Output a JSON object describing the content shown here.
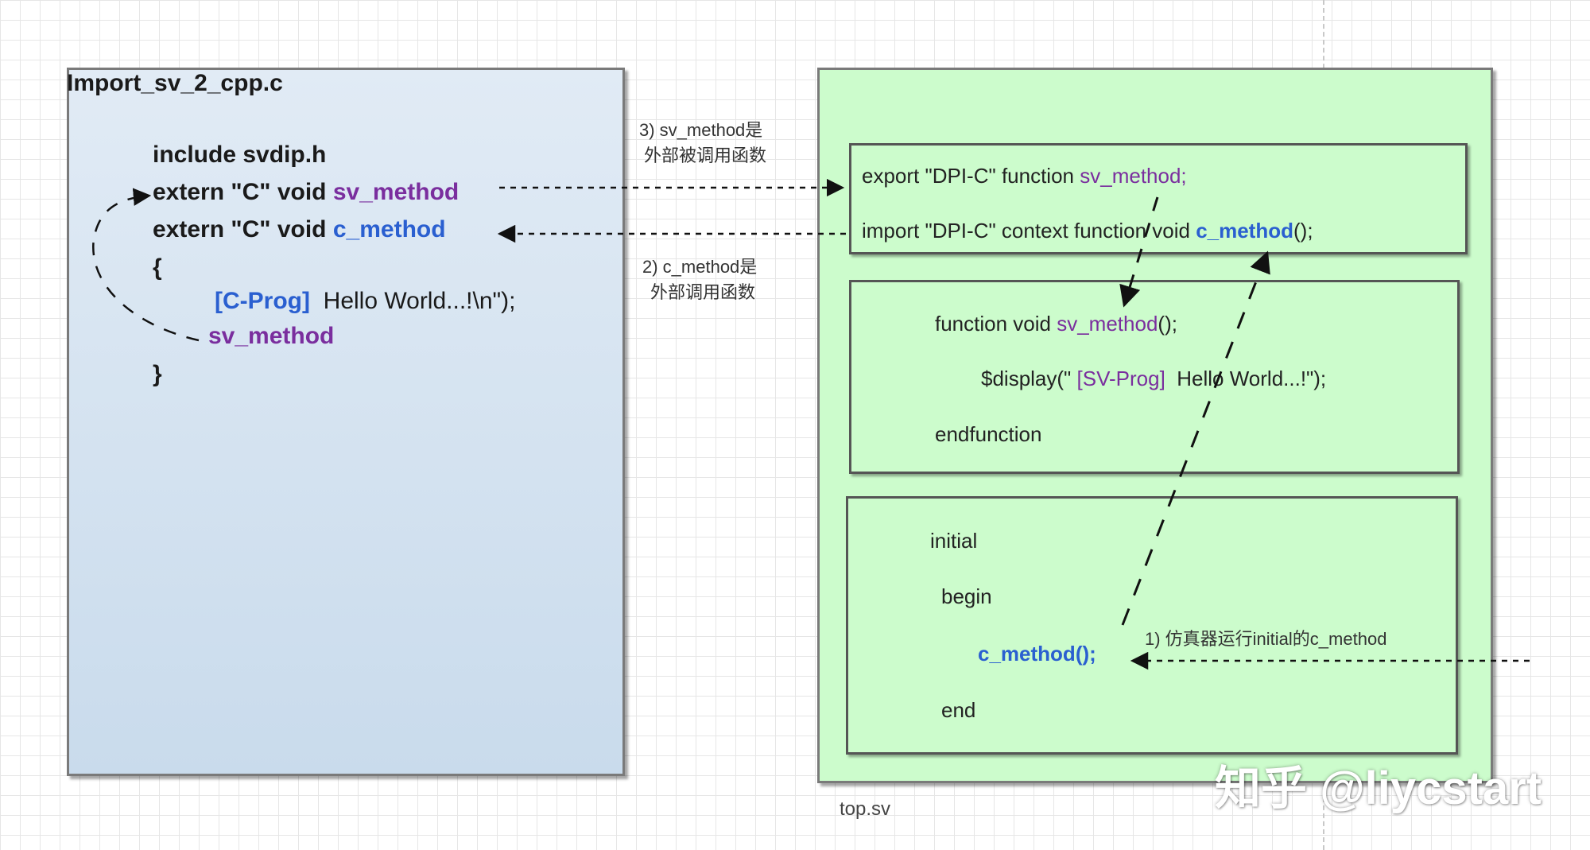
{
  "left_file": {
    "title": "Import_sv_2_cpp.c",
    "include": "include svdip.h",
    "extern1_prefix": "extern \"C\" void",
    "extern1_name": "sv_method",
    "extern2_prefix": "extern \"C\" void",
    "extern2_name": "c_method",
    "open_brace": "{",
    "print_tag": "[C-Prog]",
    "print_text": "Hello World...!\\n\");",
    "call": "sv_method",
    "close_brace": "}"
  },
  "right_file": {
    "caption": "top.sv",
    "export_prefix": "export \"DPI-C\" function",
    "export_name": "sv_method;",
    "import_prefix": "import \"DPI-C\" context function void",
    "import_name": "c_method",
    "import_suffix": "();",
    "func_prefix": "function void",
    "func_name": "sv_method",
    "func_suffix": "();",
    "display_prefix": "$display(\"",
    "display_tag": "[SV-Prog]",
    "display_text": "Hello World...!\");",
    "endfunction": "endfunction",
    "initial": "initial",
    "begin": "begin",
    "call_name": "c_method",
    "call_suffix": "();",
    "end": "end"
  },
  "notes": {
    "note3_line1": "3)  sv_method是",
    "note3_line2": "外部被调用函数",
    "note2_line1": "2)  c_method是",
    "note2_line2": "外部调用函数",
    "note1": "1)  仿真器运行initial的c_method"
  },
  "watermark": "知乎 @liycstart",
  "colors": {
    "left_panel": "#c9dbec",
    "right_panel": "#ccfccc",
    "sv_method": "#7a2e9e",
    "c_method": "#2a5fd0"
  }
}
